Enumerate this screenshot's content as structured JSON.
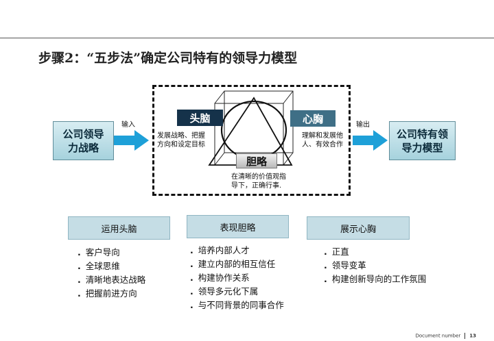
{
  "title": "步骤2：“五步法”确定公司特有的领导力模型",
  "input_box": "公司领导力战略",
  "input_label": "输入",
  "output_box": "公司特有领导力模型",
  "output_label": "输出",
  "center": {
    "head": {
      "label": "头脑",
      "desc": [
        "发展战略、把握",
        "方向和设定目标"
      ]
    },
    "heart": {
      "label": "心胸",
      "desc": [
        "理解和发展他",
        "人、有效合作"
      ]
    },
    "courage": {
      "label": "胆略",
      "desc": [
        "在清晰的价值观指",
        "导下，正确行事."
      ]
    }
  },
  "categories": [
    {
      "title": "运用头脑",
      "items": [
        "客户导向",
        "全球思维",
        "清晰地表达战略",
        "把握前进方向"
      ]
    },
    {
      "title": "表现胆略",
      "items": [
        "培养内部人才",
        "建立内部的相互信任",
        "构建协作关系",
        "领导多元化下属",
        "与不同背景的同事合作"
      ]
    },
    {
      "title": "展示心胸",
      "items": [
        "正直",
        "领导变革",
        "构建创新导向的工作氛围"
      ]
    }
  ],
  "footer": {
    "doc_label": "Document number",
    "page": "13"
  },
  "colors": {
    "box_fill": "#a6d2dd",
    "head_tag": "#15324a",
    "heart_tag": "#3f6f86",
    "arrow": "#1ea0d8",
    "category_fill": "#c5dde5"
  }
}
